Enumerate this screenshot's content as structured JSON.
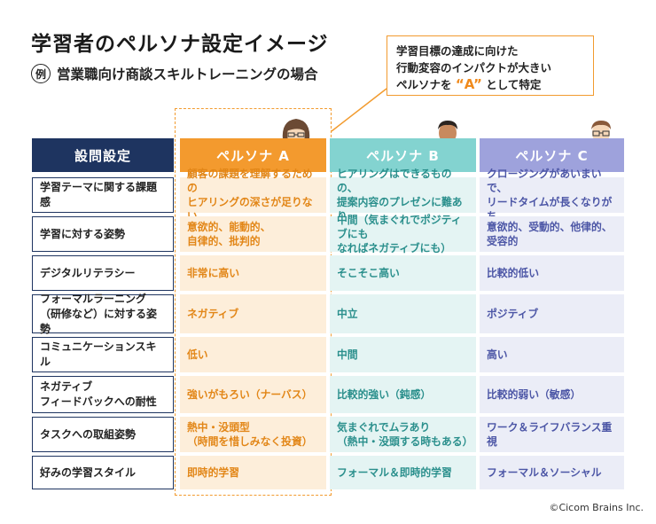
{
  "title": "学習者のペルソナ設定イメージ",
  "subtitle": {
    "example_mark": "例",
    "text": "営業職向け商談スキルトレーニングの場合"
  },
  "callout": {
    "line1": "学習目標の達成に向けた",
    "line2": "行動変容のインパクトが大きい",
    "line3_pre": "ペルソナを",
    "line3_mark": "“A”",
    "line3_post": "として特定"
  },
  "headers": {
    "setting": "設問設定",
    "a": "ペルソナ A",
    "b": "ペルソナ B",
    "c": "ペルソナ C"
  },
  "rows": [
    {
      "label_1": "学習テーマに関する課題感",
      "label_2": "",
      "a_1": "顧客の課題を理解するための",
      "a_2": "ヒアリングの深さが足りない",
      "b_1": "ヒアリングはできるものの、",
      "b_2": "提案内容のプレゼンに難あり",
      "c_1": "クロージングがあいまいで、",
      "c_2": "リードタイムが長くなりがち"
    },
    {
      "label_1": "学習に対する姿勢",
      "label_2": "",
      "a_1": "意欲的、能動的、",
      "a_2": "自律的、批判的",
      "b_1": "中間（気まぐれでポジティブにも",
      "b_2": "なればネガティブにも）",
      "c_1": "意欲的、受動的、他律的、",
      "c_2": "受容的"
    },
    {
      "label_1": "デジタルリテラシー",
      "label_2": "",
      "a_1": "非常に高い",
      "a_2": "",
      "b_1": "そこそこ高い",
      "b_2": "",
      "c_1": "比較的低い",
      "c_2": ""
    },
    {
      "label_1": "フォーマルラーニング",
      "label_2": "（研修など）に対する姿勢",
      "a_1": "ネガティブ",
      "a_2": "",
      "b_1": "中立",
      "b_2": "",
      "c_1": "ポジティブ",
      "c_2": ""
    },
    {
      "label_1": "コミュニケーションスキル",
      "label_2": "",
      "a_1": "低い",
      "a_2": "",
      "b_1": "中間",
      "b_2": "",
      "c_1": "高い",
      "c_2": ""
    },
    {
      "label_1": "ネガティブ",
      "label_2": "フィードバックへの耐性",
      "a_1": "強いがもろい（ナーバス）",
      "a_2": "",
      "b_1": "比較的強い（鈍感）",
      "b_2": "",
      "c_1": "比較的弱い（敏感）",
      "c_2": ""
    },
    {
      "label_1": "タスクへの取組姿勢",
      "label_2": "",
      "a_1": "熱中・没頭型",
      "a_2": "（時間を惜しみなく投資）",
      "b_1": "気まぐれでムラあり",
      "b_2": "（熱中・没頭する時もある）",
      "c_1": "ワーク＆ライフバランス重視",
      "c_2": ""
    },
    {
      "label_1": "好みの学習スタイル",
      "label_2": "",
      "a_1": "即時的学習",
      "a_2": "",
      "b_1": "フォーマル＆即時的学習",
      "b_2": "",
      "c_1": "フォーマル＆ソーシャル",
      "c_2": ""
    }
  ],
  "copyright": "©Cicom Brains Inc.",
  "colors": {
    "navy": "#1e3460",
    "orange": "#f39a2e",
    "teal": "#83d3d0",
    "lavender": "#9ea2dc"
  }
}
